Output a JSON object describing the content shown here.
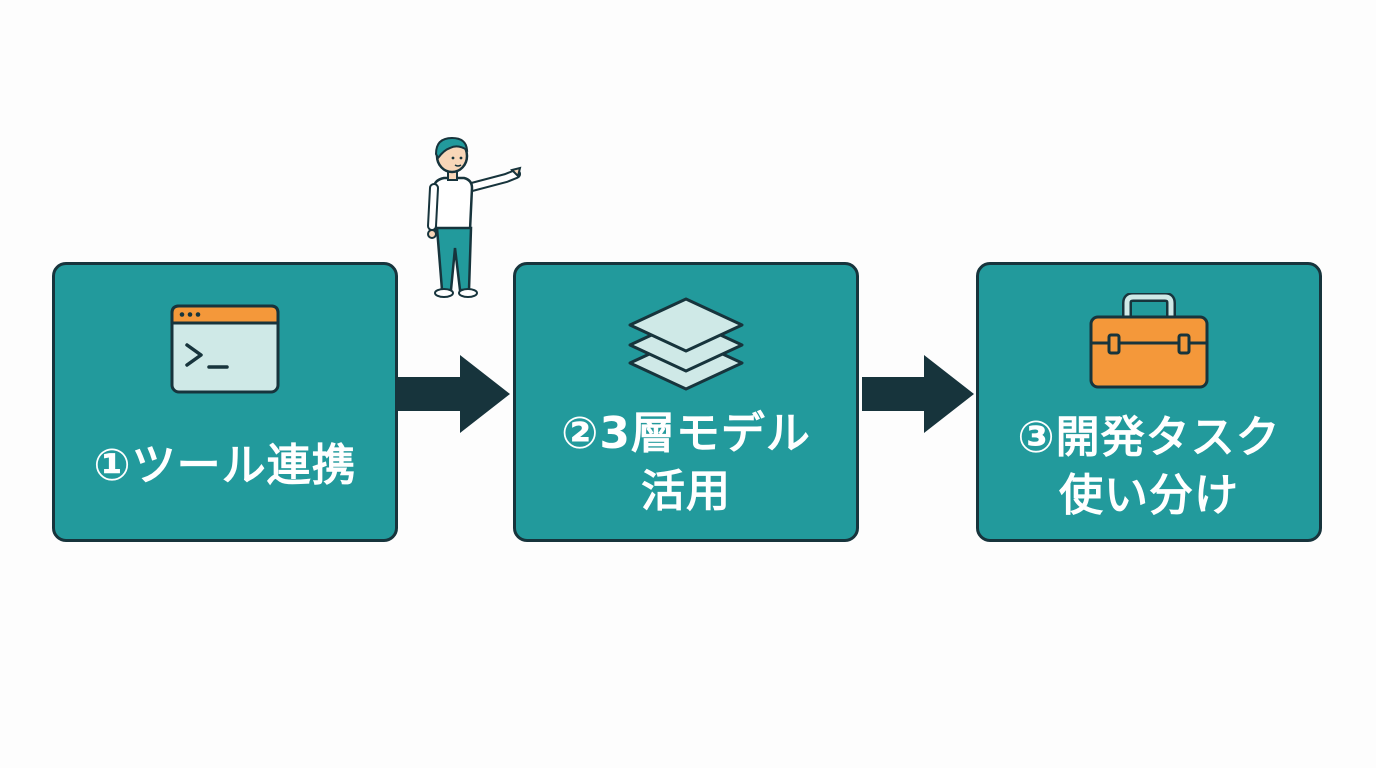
{
  "steps": [
    {
      "label": "①ツール連携",
      "icon": "terminal-window-icon"
    },
    {
      "label": "②3層モデル\n活用",
      "icon": "layers-icon"
    },
    {
      "label": "③開発タスク\n使い分け",
      "icon": "toolbox-icon"
    }
  ],
  "colors": {
    "box_fill": "#229a9c",
    "box_border": "#17343c",
    "accent_orange": "#f4983a",
    "icon_fill": "#cfe9e7",
    "arrow": "#17343c"
  }
}
